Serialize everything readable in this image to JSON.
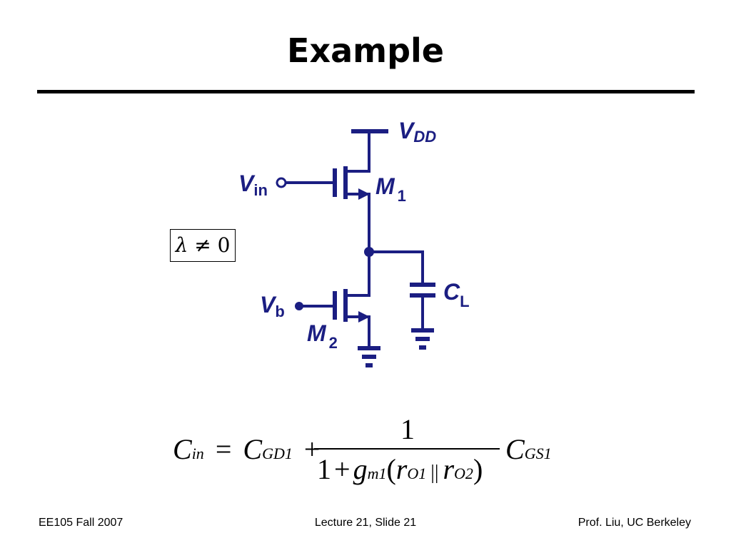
{
  "slide": {
    "title": "Example"
  },
  "circuit": {
    "supply": {
      "letter": "V",
      "sub": "DD"
    },
    "input": {
      "letter": "V",
      "sub": "in"
    },
    "bias": {
      "letter": "V",
      "sub": "b"
    },
    "m1": {
      "letter": "M",
      "sub": "1"
    },
    "m2": {
      "letter": "M",
      "sub": "2"
    },
    "load_cap": {
      "letter": "C",
      "sub": "L"
    },
    "wire_color": "#1b1e82"
  },
  "condition": {
    "symbol": "λ",
    "relation": "≠",
    "value": "0"
  },
  "equation": {
    "lhs_var": "C",
    "lhs_sub": "in",
    "equals": "=",
    "t1_var": "C",
    "t1_sub": "GD1",
    "plus": "+",
    "numerator": "1",
    "den_one": "1",
    "den_plus": "+",
    "gm_var": "g",
    "gm_sub": "m1",
    "lparen": "(",
    "r1_var": "r",
    "r1_sub": "O1",
    "parallel": "||",
    "r2_var": "r",
    "r2_sub": "O2",
    "rparen": ")",
    "t2_var": "C",
    "t2_sub": "GS1"
  },
  "footer": {
    "left": "EE105 Fall 2007",
    "center": "Lecture 21, Slide 21",
    "right": "Prof. Liu, UC Berkeley"
  }
}
